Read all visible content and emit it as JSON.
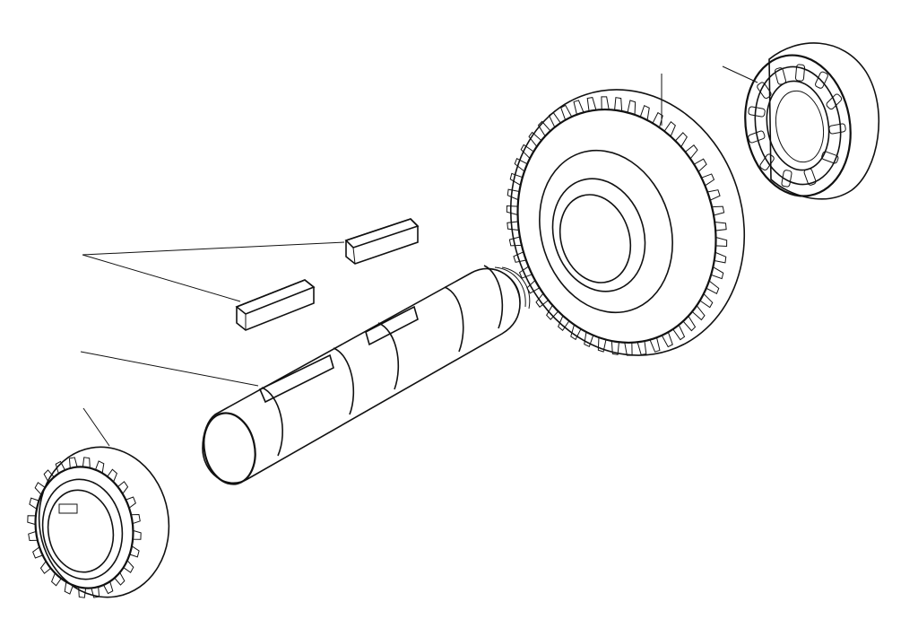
{
  "diagram": {
    "type": "exploded-assembly",
    "ink_color": "#111111",
    "paper_color": "#ffffff",
    "parts": [
      {
        "id": "roller-bearing",
        "kind": "cylindrical roller bearing"
      },
      {
        "id": "large-spur-gear",
        "kind": "spur gear",
        "teeth": 48
      },
      {
        "id": "key-upper",
        "kind": "parallel key"
      },
      {
        "id": "key-lower",
        "kind": "parallel key"
      },
      {
        "id": "splined-shaft",
        "kind": "shaft with keyways"
      },
      {
        "id": "small-spur-gear",
        "kind": "spur gear",
        "teeth": 24
      }
    ],
    "callouts": 5
  }
}
